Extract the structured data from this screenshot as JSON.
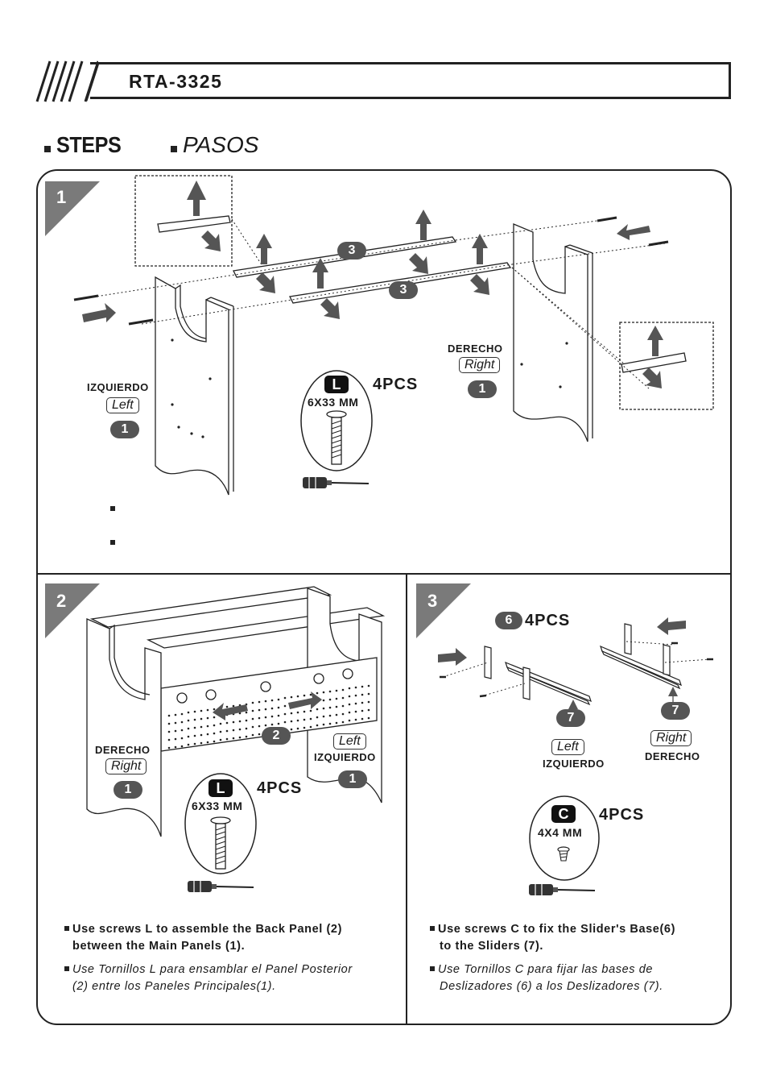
{
  "header": {
    "model": "RTA-3325"
  },
  "headings": {
    "steps_en": "STEPS",
    "steps_es": "PASOS"
  },
  "step1": {
    "number": "1",
    "left_es": "IZQUIERDO",
    "left_en": "Left",
    "left_part": "1",
    "right_es": "DERECHO",
    "right_en": "Right",
    "right_part": "1",
    "rail_part": "3",
    "screw_letter": "L",
    "screw_qty": "4PCS",
    "screw_size": "6X33 MM"
  },
  "step2": {
    "number": "2",
    "right_es": "DERECHO",
    "right_en": "Right",
    "right_part": "1",
    "left_es": "IZQUIERDO",
    "left_en": "Left",
    "left_part": "1",
    "back_part": "2",
    "screw_letter": "L",
    "screw_qty": "4PCS",
    "screw_size": "6X33 MM",
    "instr_en": [
      "Use screws L to assemble the Back Panel (2)",
      "between the Main Panels (1)."
    ],
    "instr_es": [
      "Use Tornillos L para ensamblar el Panel Posterior",
      "(2) entre los Paneles Principales(1)."
    ]
  },
  "step3": {
    "number": "3",
    "base_part": "6",
    "base_qty": "4PCS",
    "slider_part": "7",
    "left_en": "Left",
    "left_es": "IZQUIERDO",
    "right_en": "Right",
    "right_es": "DERECHO",
    "screw_letter": "C",
    "screw_qty": "4PCS",
    "screw_size": "4X4 MM",
    "instr_en": [
      "Use screws C to fix the Slider's Base(6)",
      "to the Sliders (7)."
    ],
    "instr_es": [
      "Use Tornillos C para fijar las bases de",
      "Deslizadores (6) a los Deslizadores (7)."
    ]
  }
}
